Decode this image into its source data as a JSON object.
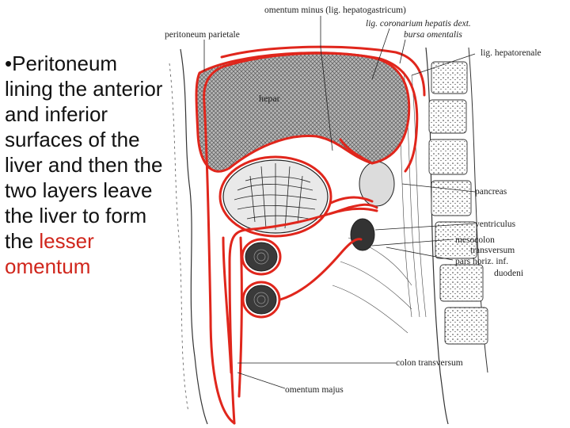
{
  "slide": {
    "text_prefix": "•Peritoneum lining the anterior and inferior surfaces of the liver and then the two layers leave the liver to form the ",
    "text_highlight": "lesser omentum",
    "highlight_color": "#d0261c"
  },
  "diagram": {
    "labels": {
      "omentum_minus": "omentum minus (lig. hepatogastricum)",
      "coronarium": "lig. coronarium hepatis dext.",
      "bursa": "bursa omentalis",
      "peritoneum_parietale": "peritoneum parietale",
      "hepatorenale": "lig. hepatorenale",
      "hepar": "hepar",
      "pancreas": "pancreas",
      "ventriculus": "ventriculus",
      "mesocolon": "mesocolon",
      "transversum": "transversum",
      "pars_horiz": "pars horiz. inf.",
      "duodeni": "duodeni",
      "colon_transversum": "colon transversum",
      "omentum_majus": "omentum majus"
    },
    "colors": {
      "peritoneum": "#e0261c",
      "ink": "#222222"
    }
  }
}
